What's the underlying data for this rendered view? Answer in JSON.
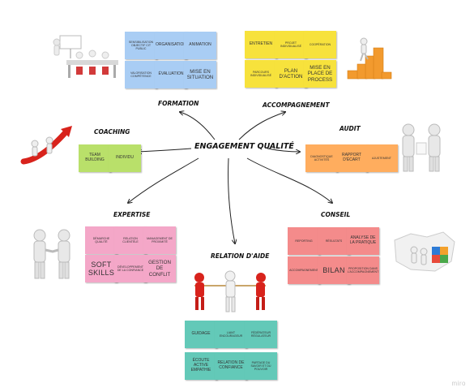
{
  "title": "ENGAGEMENT QUALITÉ",
  "categories": {
    "formation": "FORMATION",
    "accompagnement": "ACCOMPAGNEMENT",
    "coaching": "COACHING",
    "audit": "AUDIT",
    "expertise": "EXPERTISE",
    "conseil": "CONSEIL",
    "relation_aide": "RELATION D'AIDE"
  },
  "colors": {
    "blue": "#a9cdf4",
    "yellow": "#f7e23c",
    "green": "#b9e06a",
    "orange": "#ffad5e",
    "pink": "#f4a7c8",
    "salmon": "#f48b8b",
    "teal": "#63c9b8"
  },
  "formation_notes": [
    "SENSIBILISATION OBJECTIF CIT PUBLIC",
    "ORGANISATION",
    "ANIMATION",
    "VALORISATION COMPÉTENCE",
    "ÉVALUATION",
    "MISE EN SITUATION"
  ],
  "accompagnement_notes": [
    "ENTRETIEN",
    "PROJET INDIVIDUALISÉ",
    "COOPÉRATION",
    "PARCOURS INDIVIDUALISÉ",
    "PLAN D'ACTION",
    "MISE EN PLACE DE PROCESS"
  ],
  "coaching_notes": [
    "TEAM BUILDING",
    "INDIVIDU"
  ],
  "audit_notes": [
    "DIAGNOSTIQUE ACTIVITÉS",
    "RAPPORT D'ÉCART",
    "AJUSTEMENT"
  ],
  "expertise_notes": [
    "DÉMARCHE QUALITÉ",
    "RELATION CLIENTÈLE",
    "MANAGEMENT DE PROXIMITÉ",
    "SOFT SKILLS",
    "DÉVELOPPEMENT DE LA CONFIANCE",
    "GESTION DE CONFLIT"
  ],
  "conseil_notes": [
    "REPORTING",
    "RÉSULTATS",
    "ANALYSE DE LA PRATIQUE",
    "ACCOMPAGNEMENT",
    "BILAN",
    "PROPOSITION DANS L'ACCOMPAGNEMENT"
  ],
  "relation_notes": [
    "GUIDAGE",
    "LIANT ENCOURAGEUR",
    "FÉDÉRATEUR RÉGULATEUR",
    "ÉCOUTE ACTIVE EMPATHIE",
    "RELATION DE CONFIANCE",
    "PARTAGE DU SAVOIR ET DU POUVOIR"
  ],
  "watermark": "miro"
}
